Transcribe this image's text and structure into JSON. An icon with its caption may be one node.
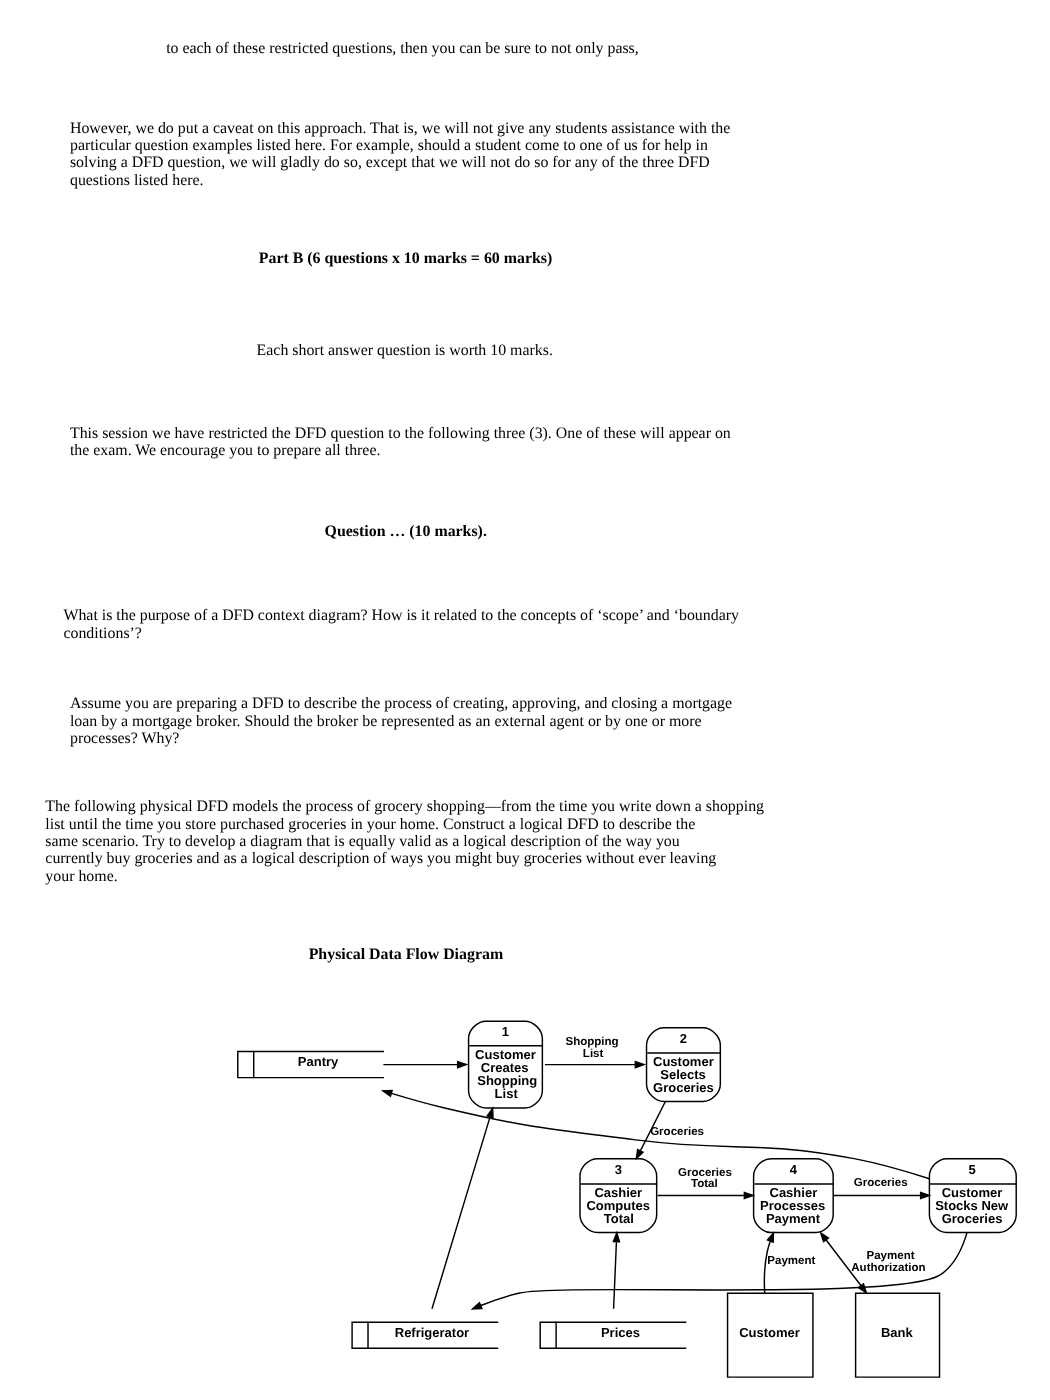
{
  "diagram": {
    "nodes": [
      {
        "text": [
          "Pantry"
        ]
      },
      {
        "text": [
          "1",
          "Customer Creates Shopping List"
        ]
      },
      {
        "text": [
          "2",
          "Customer Selects Groceries"
        ]
      },
      {
        "text": [
          "Refrigerator"
        ]
      },
      {
        "text": [
          "5",
          "Customer Stocks New Groceries"
        ]
      },
      {
        "text": [
          "4",
          "Cashier Processes Payment"
        ]
      },
      {
        "text": [
          "3",
          "Cashier Computes Total"
        ]
      },
      {
        "text": [
          "Bank"
        ]
      },
      {
        "text": [
          "Customer"
        ]
      },
      {
        "text": [
          "Prices"
        ]
      }
    ],
    "edges": [
      {
        "from": 0,
        "to": 1,
        "arrow": "to"
      },
      {
        "from": 3,
        "to": 1,
        "arrow": "to"
      },
      {
        "from": 1,
        "to": 2,
        "arrow": "to",
        "label": "Shopping List"
      },
      {
        "from": 2,
        "to": 6,
        "arrow": "to",
        "label": "Groceries"
      },
      {
        "from": 6,
        "to": 5,
        "arrow": "to",
        "label": "Groceries Total"
      },
      {
        "from": 5,
        "to": 4,
        "arrow": "to",
        "label": "Groceries"
      },
      {
        "from": 4,
        "to": 3,
        "arrow": "to"
      },
      {
        "from": 4,
        "to": 0,
        "arrow": "to"
      },
      {
        "from": 5,
        "to": 7,
        "arrow": "both",
        "label": "Payment Authorization"
      },
      {
        "from": 8,
        "to": 5,
        "arrow": "to",
        "label": "Payment"
      },
      {
        "from": 9,
        "to": 6,
        "arrow": "to"
      }
    ],
    "labels": [
      "to each of these restricted questions, then you can be sure to not only pass,",
      "However, we do put a caveat on this approach. That is, we will not give any students assistance with the particular question examples listed here. For example, should a student come to one of us for help in solving a DFD question, we will gladly do so, except that we will not do so for any of the three DFD questions listed here.",
      "Part B (6 questions x 10 marks = 60 marks)",
      "Each short answer question is worth 10 marks.",
      "This session we have restricted the DFD question to the following three (3). One of these will appear on the exam. We encourage you to prepare all three.",
      "Question … (10 marks).",
      "What is the purpose of a DFD context diagram? How is it related to the concepts of ‘scope’ and ‘boundary conditions’?",
      "Assume you are preparing a DFD to describe the process of creating, approving, and closing a mortgage loan by a mortgage broker. Should the broker be represented as an external agent or by one or more processes? Why?",
      "The following physical DFD models the process of grocery shopping—from the time you write down a shopping list until the time you store purchased groceries in your home. Construct a logical DFD to describe the same scenario. Try to develop a diagram that is equally valid as a logical description of the way you currently buy groceries and as a logical description of ways you might buy groceries without ever leaving your home.",
      "Physical Data Flow Diagram"
    ]
  }
}
